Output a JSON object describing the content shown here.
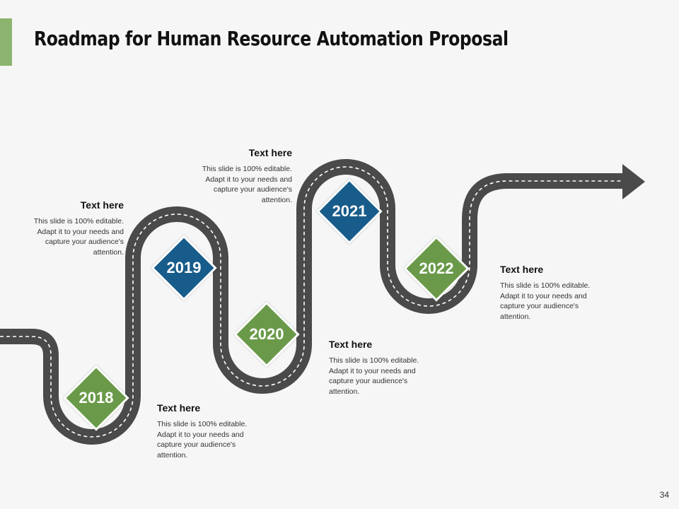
{
  "title": "Roadmap for Human Resource Automation Proposal",
  "page_number": "34",
  "colors": {
    "accent": "#8db46e",
    "green": "#6a9a49",
    "blue": "#175c8a",
    "road": "#4a4a4a",
    "lane": "#ffffff"
  },
  "milestones": [
    {
      "year": "2018",
      "color": "#6a9a49",
      "heading": "Text here",
      "body": "This slide is 100% editable. Adapt it to your needs and capture your audience's attention."
    },
    {
      "year": "2019",
      "color": "#175c8a",
      "heading": "Text here",
      "body": "This slide is 100% editable. Adapt it to your needs and capture your audience's attention."
    },
    {
      "year": "2020",
      "color": "#6a9a49",
      "heading": "Text here",
      "body": "This slide is 100% editable. Adapt it to your needs and capture your audience's attention."
    },
    {
      "year": "2021",
      "color": "#175c8a",
      "heading": "Text here",
      "body": "This slide is 100% editable. Adapt it to your needs and capture your audience's attention."
    },
    {
      "year": "2022",
      "color": "#6a9a49",
      "heading": "Text here",
      "body": "This slide is 100% editable. Adapt it to your needs and capture your audience's attention."
    }
  ]
}
